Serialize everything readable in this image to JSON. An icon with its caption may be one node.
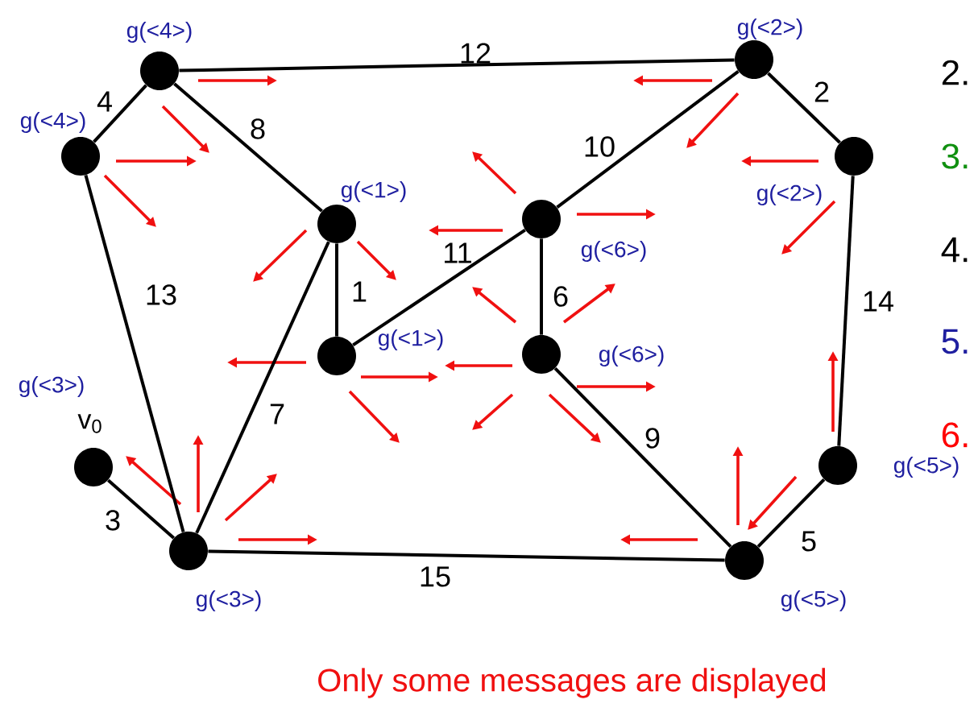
{
  "diagram": {
    "caption": "Only some messages are displayed",
    "nodes": [
      {
        "text": [],
        "shape": "circle",
        "beside": [
          "g(<4>)"
        ]
      },
      {
        "text": [],
        "shape": "circle",
        "beside": [
          "g(<4>)"
        ]
      },
      {
        "text": [],
        "shape": "circle",
        "beside": [
          "g(<1>)"
        ]
      },
      {
        "text": [],
        "shape": "circle",
        "beside": [
          "g(<6>)"
        ]
      },
      {
        "text": [],
        "shape": "circle",
        "beside": [
          "g(<2>)"
        ]
      },
      {
        "text": [],
        "shape": "circle",
        "beside": [
          "g(<2>)"
        ]
      },
      {
        "text": [],
        "shape": "circle",
        "beside": [
          "g(<1>)"
        ]
      },
      {
        "text": [],
        "shape": "circle",
        "beside": [
          "g(<6>)"
        ]
      },
      {
        "text": [],
        "shape": "circle",
        "beside": [
          "g(<3>)",
          "v$_{0}$"
        ]
      },
      {
        "text": [],
        "shape": "circle",
        "beside": [
          "g(<3>)"
        ]
      },
      {
        "text": [],
        "shape": "circle",
        "beside": [
          "g(<5>)"
        ]
      },
      {
        "text": [],
        "shape": "circle",
        "beside": [
          "g(<5>)"
        ]
      }
    ],
    "edges": [
      {
        "from": 0,
        "to": 4,
        "arrow": "none",
        "label": "12"
      },
      {
        "from": 0,
        "to": 1,
        "arrow": "none",
        "label": "4"
      },
      {
        "from": 0,
        "to": 2,
        "arrow": "none",
        "label": "8"
      },
      {
        "from": 1,
        "to": 9,
        "arrow": "none",
        "label": "13"
      },
      {
        "from": 2,
        "to": 6,
        "arrow": "none",
        "label": "1"
      },
      {
        "from": 2,
        "to": 9,
        "arrow": "none",
        "label": "7"
      },
      {
        "from": 6,
        "to": 3,
        "arrow": "none",
        "label": "11"
      },
      {
        "from": 3,
        "to": 4,
        "arrow": "none",
        "label": "10"
      },
      {
        "from": 3,
        "to": 7,
        "arrow": "none",
        "label": "6"
      },
      {
        "from": 4,
        "to": 5,
        "arrow": "none",
        "label": "2"
      },
      {
        "from": 5,
        "to": 11,
        "arrow": "none",
        "label": "14"
      },
      {
        "from": 7,
        "to": 10,
        "arrow": "none",
        "label": "9"
      },
      {
        "from": 11,
        "to": 10,
        "arrow": "none",
        "label": "5"
      },
      {
        "from": 9,
        "to": 10,
        "arrow": "none",
        "label": "15"
      },
      {
        "from": 8,
        "to": 9,
        "arrow": "none",
        "label": "3"
      }
    ],
    "labels": [
      "2.",
      "3.",
      "4.",
      "5.",
      "6."
    ]
  }
}
